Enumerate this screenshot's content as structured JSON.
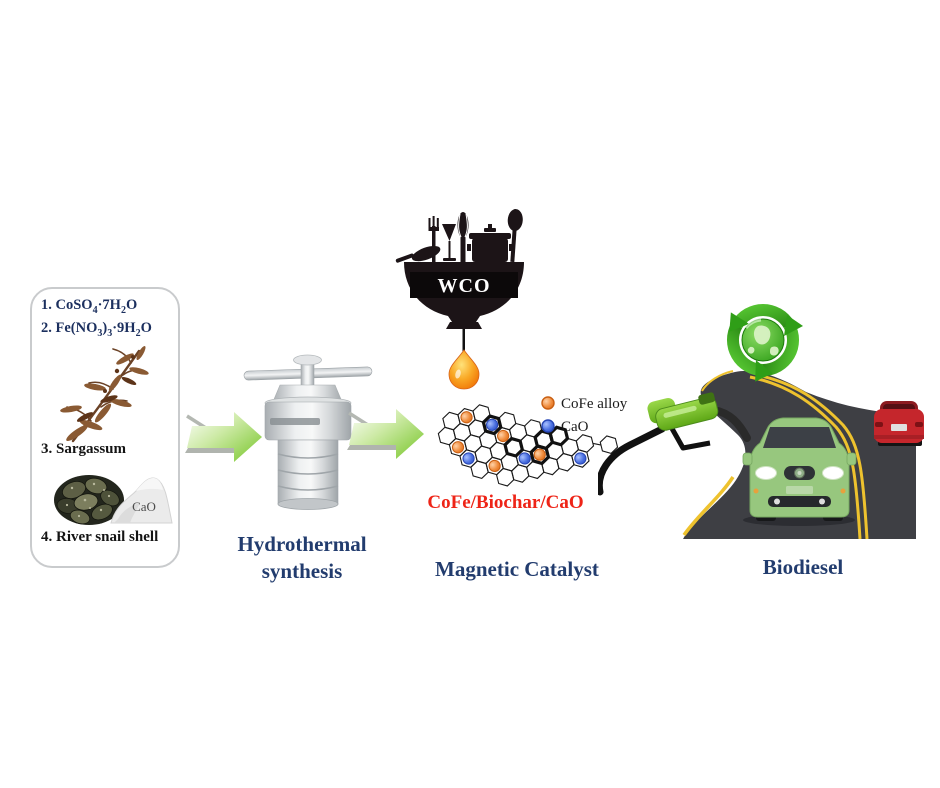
{
  "palette": {
    "title_navy": "#223c6e",
    "formula_red": "#ee2417",
    "arrow_green": "#7dc832",
    "cofe_orange": "#e07a30",
    "cao_blue": "#4a6fe0",
    "recycle_green": "#38a51d",
    "road_gray": "#3e3f44",
    "lane_yellow": "#eec22e",
    "car_green": "#97c77e",
    "car_red": "#c5262c"
  },
  "ingredients_box": {
    "item1_parts": [
      "1. CoSO",
      "4",
      "·7H",
      "2",
      "O"
    ],
    "item2_parts": [
      "2. Fe(NO",
      "3",
      ")",
      "3",
      "·9H",
      "2",
      "O"
    ],
    "item3": "3. Sargassum",
    "item4": "4. River snail shell",
    "cao_powder_label": "CaO"
  },
  "hydrothermal": {
    "label_line1": "Hydrothermal",
    "label_line2": "synthesis"
  },
  "catalyst": {
    "wco_label": "WCO",
    "legend": [
      {
        "label": "CoFe alloy",
        "color": "#e07a30"
      },
      {
        "label": "CaO",
        "color": "#4a6fe0"
      }
    ],
    "formula": "CoFe/Biochar/CaO",
    "title": "Magnetic Catalyst"
  },
  "biodiesel": {
    "title": "Biodiesel"
  }
}
